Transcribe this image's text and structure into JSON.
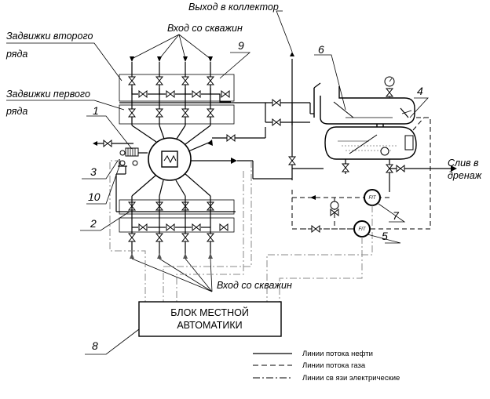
{
  "labels": {
    "collector_outlet": "Выход в коллектор",
    "inlet_wells_top": "Вход со скважин",
    "inlet_wells_bottom": "Вход со скважин",
    "valves_second_row_l1": "Задвижки второго",
    "valves_second_row_l2": "ряда",
    "valves_first_row_l1": "Задвижки первого",
    "valves_first_row_l2": "ряда",
    "drain_l1": "Слив в",
    "drain_l2": "дренаж"
  },
  "numbers": {
    "n1": "1",
    "n2": "2",
    "n3": "3",
    "n4": "4",
    "n5": "5",
    "n6": "6",
    "n7": "7",
    "n8": "8",
    "n9": "9",
    "n10": "10"
  },
  "automation_block": {
    "line1": "БЛОК МЕСТНОЙ",
    "line2": "АВТОМАТИКИ"
  },
  "flow_meters": {
    "upper": "FIT",
    "lower": "FIT"
  },
  "legend": [
    {
      "style": "solid",
      "label": "Линии потока нефти"
    },
    {
      "style": "dashed",
      "label": "Линии потока газа"
    },
    {
      "style": "dash-dot",
      "label": "Линии св язи электрические"
    }
  ]
}
